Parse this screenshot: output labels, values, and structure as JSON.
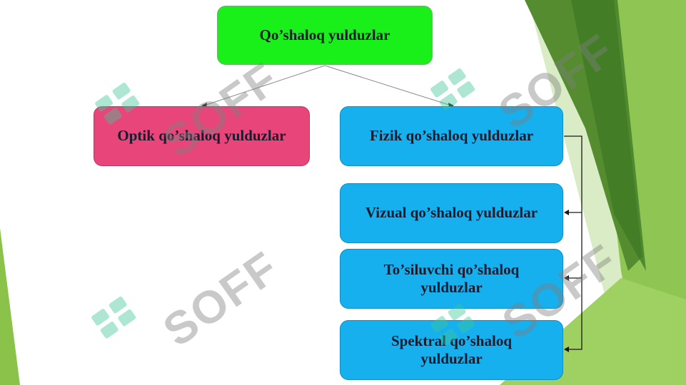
{
  "diagram": {
    "root": "Qo’shaloq yulduzlar",
    "left_branch": "Optik qo’shaloq yulduzlar",
    "right_branch": "Fizik qo’shaloq yulduzlar",
    "sub_items": [
      "Vizual qo’shaloq yulduzlar",
      "To’siluvchi qo’shaloq yulduzlar",
      "Spektral qo’shaloq yulduzlar"
    ]
  },
  "watermark": {
    "text": "SOFF"
  },
  "colors": {
    "root": "#19f019",
    "optik": "#e8467a",
    "fizik": "#16b0ee",
    "decor_green": "#6aa83a"
  }
}
